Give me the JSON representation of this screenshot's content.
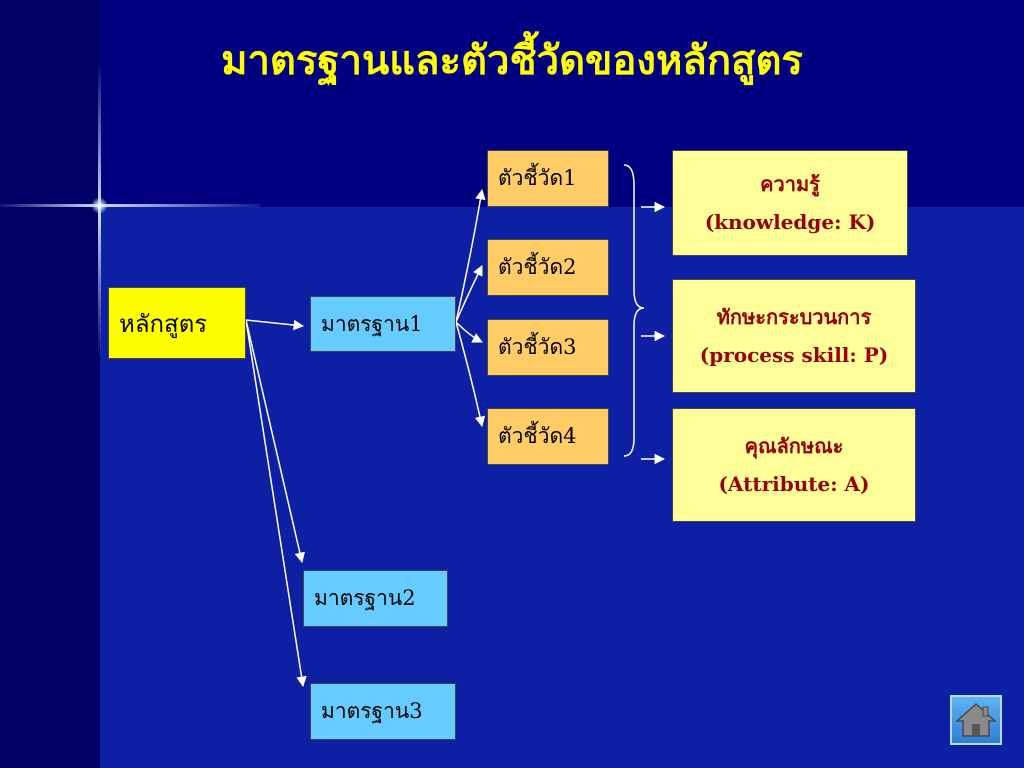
{
  "title": "มาตรฐานและตัวชี้วัดของหลักสูตร",
  "curriculum": "หลักสูตร",
  "standards": [
    "มาตรฐาน1",
    "มาตรฐาน2",
    "มาตรฐาน3"
  ],
  "indicators": [
    "ตัวชี้วัด1",
    "ตัวชี้วัด2",
    "ตัวชี้วัด3",
    "ตัวชี้วัด4"
  ],
  "outcomes": [
    {
      "th": "ความรู้",
      "en": "(knowledge: K)"
    },
    {
      "th": "ทักษะกระบวนการ",
      "en": "(process skill: P)"
    },
    {
      "th": "คุณลักษณะ",
      "en": "(Attribute: A)"
    }
  ],
  "home_icon": "home-icon"
}
